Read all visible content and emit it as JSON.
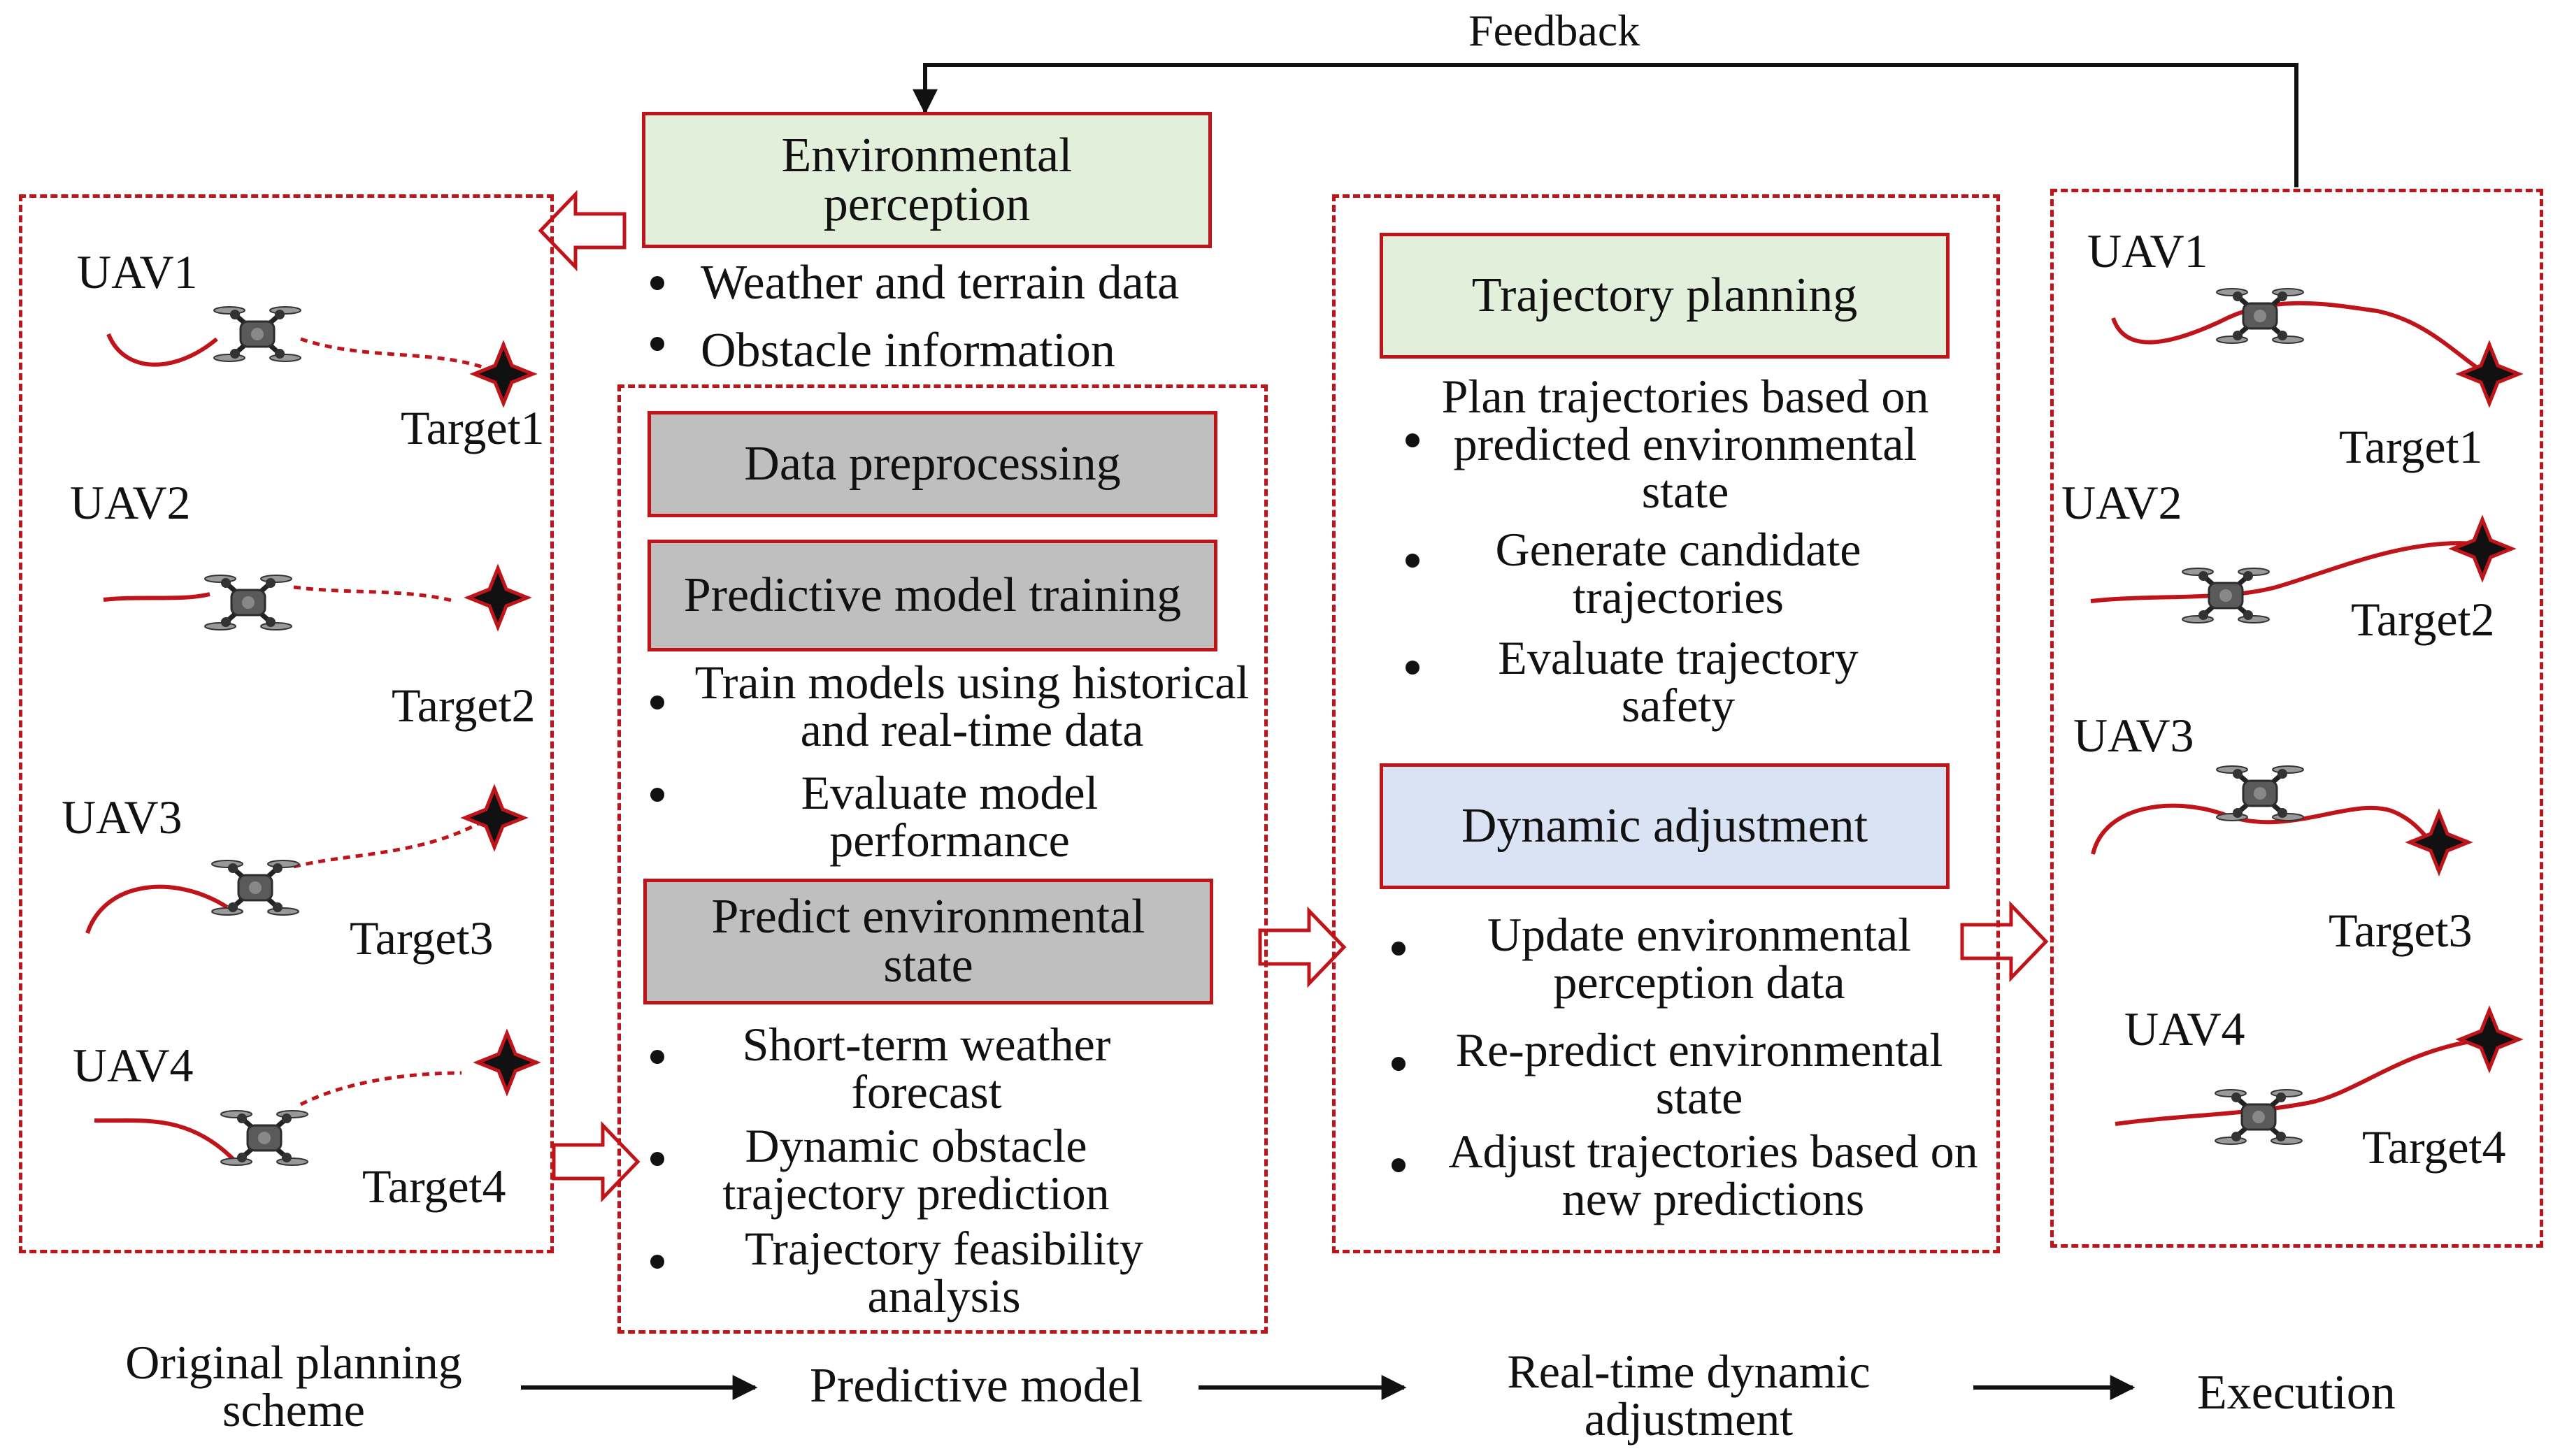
{
  "feedback_label": "Feedback",
  "left_panel": {
    "uavs": [
      {
        "uav": "UAV1",
        "target": "Target1"
      },
      {
        "uav": "UAV2",
        "target": "Target2"
      },
      {
        "uav": "UAV3",
        "target": "Target3"
      },
      {
        "uav": "UAV4",
        "target": "Target4"
      }
    ]
  },
  "env_perception": {
    "title": "Environmental perception",
    "bullets": [
      "Weather and terrain data",
      "Obstacle information"
    ]
  },
  "predictive_panel": {
    "data_preprocessing": "Data preprocessing",
    "model_training": "Predictive model training",
    "training_bullets": [
      "Train models using historical and real-time data",
      "Evaluate model performance"
    ],
    "predict_state": "Predict environmental state",
    "predict_bullets": [
      "Short-term weather forecast",
      "Dynamic obstacle trajectory prediction",
      "Trajectory feasibility analysis"
    ]
  },
  "realtime_panel": {
    "trajectory_planning": "Trajectory planning",
    "planning_bullets": [
      "Plan trajectories based on predicted environmental state",
      "Generate candidate trajectories",
      "Evaluate trajectory safety"
    ],
    "dynamic_adjustment": "Dynamic adjustment",
    "adjust_bullets": [
      "Update environmental perception data",
      "Re-predict environmental state",
      "Adjust trajectories based on new predictions"
    ]
  },
  "right_panel": {
    "uavs": [
      {
        "uav": "UAV1",
        "target": "Target1"
      },
      {
        "uav": "UAV2",
        "target": "Target2"
      },
      {
        "uav": "UAV3",
        "target": "Target3"
      },
      {
        "uav": "UAV4",
        "target": "Target4"
      }
    ]
  },
  "stages": [
    "Original planning scheme",
    "Predictive model",
    "Real-time dynamic adjustment",
    "Execution"
  ],
  "colors": {
    "red": "#c0141b",
    "green_fill": "#e2efda",
    "gray_fill": "#bfbfbf",
    "blue_fill": "#dae3f3",
    "black": "#111111"
  },
  "icons": {
    "uav": "quadcopter-drone-icon",
    "target": "four-point-star-icon"
  }
}
